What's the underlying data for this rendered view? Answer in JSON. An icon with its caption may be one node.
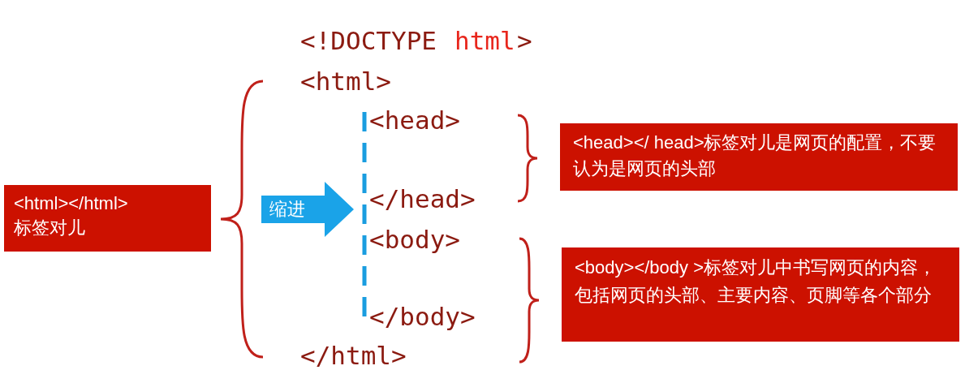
{
  "diagram": {
    "nodes": [
      {
        "text": [
          "<html></html>",
          "标签对儿"
        ]
      },
      {
        "text": [
          "缩进"
        ]
      },
      {
        "text": [
          "<head></ head>标签对儿是网页的配置，不要认为是网页的头部"
        ]
      },
      {
        "text": [
          "<body></body >标签对儿中书写网页的内容，包括网页的头部、主要内容、页脚等各个部分"
        ]
      }
    ],
    "labels": [
      "<!DOCTYPE",
      "html",
      ">",
      "<html>",
      "<head>",
      "</head>",
      "<body>",
      "</body>",
      "</html>"
    ]
  }
}
